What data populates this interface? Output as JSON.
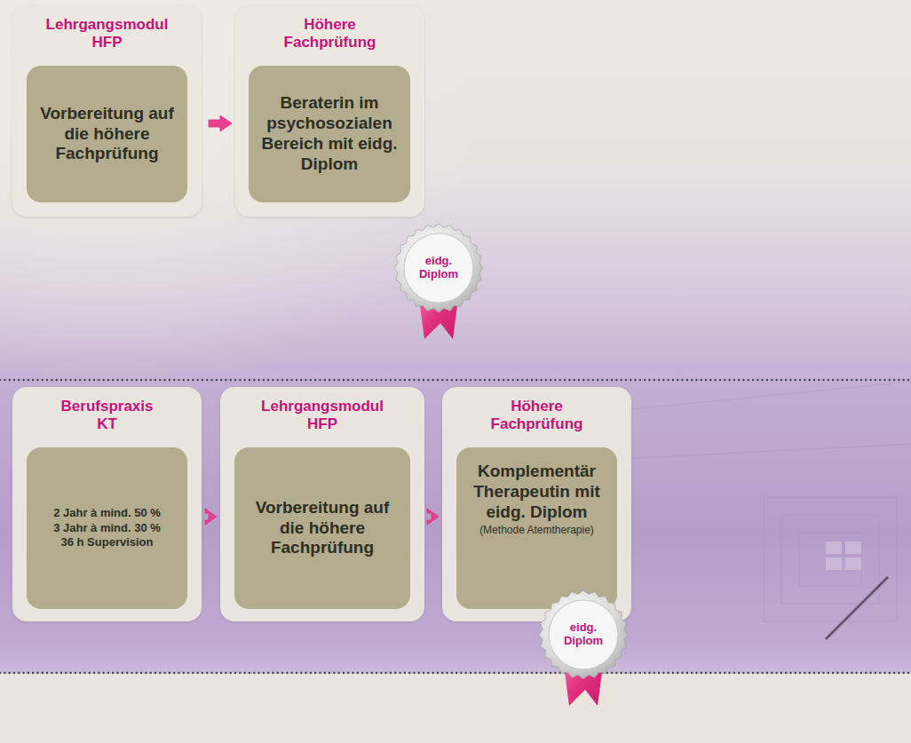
{
  "diagram": {
    "nodes": [
      {
        "text": [
          "Lehrgangsmodul HFP"
        ]
      },
      {
        "text": [
          "Vorbereitung auf die höhere Fachprüfung"
        ],
        "in": 0
      },
      {
        "text": [
          "Höhere Fachprüfung"
        ]
      },
      {
        "text": [
          "Beraterin im psychosozialen Bereich mit eidg. Diplom"
        ],
        "in": 2
      },
      {
        "text": [
          "eidg. Diplom"
        ]
      },
      {
        "text": [
          "Berufspraxis KT"
        ]
      },
      {
        "text": [
          "2 Jahr à mind. 50 %",
          "3 Jahr à mind. 30 %",
          "36 h Supervision"
        ],
        "in": 5
      },
      {
        "text": [
          "Lehrgangsmodul HFP"
        ]
      },
      {
        "text": [
          "Vorbereitung auf die höhere Fachprüfung"
        ],
        "in": 7
      },
      {
        "text": [
          "Höhere Fachprüfung"
        ]
      },
      {
        "text": [
          "Komplementär Therapeutin mit eidg. Diplom",
          "(Methode Atemtherapie)"
        ],
        "in": 9
      },
      {
        "text": [
          "eidg. Diplom"
        ]
      }
    ],
    "edges": [
      {
        "from": 0,
        "to": 2,
        "arrow": "to"
      },
      {
        "from": 5,
        "to": 7,
        "arrow": "to"
      },
      {
        "from": 7,
        "to": 9,
        "arrow": "to"
      }
    ]
  }
}
